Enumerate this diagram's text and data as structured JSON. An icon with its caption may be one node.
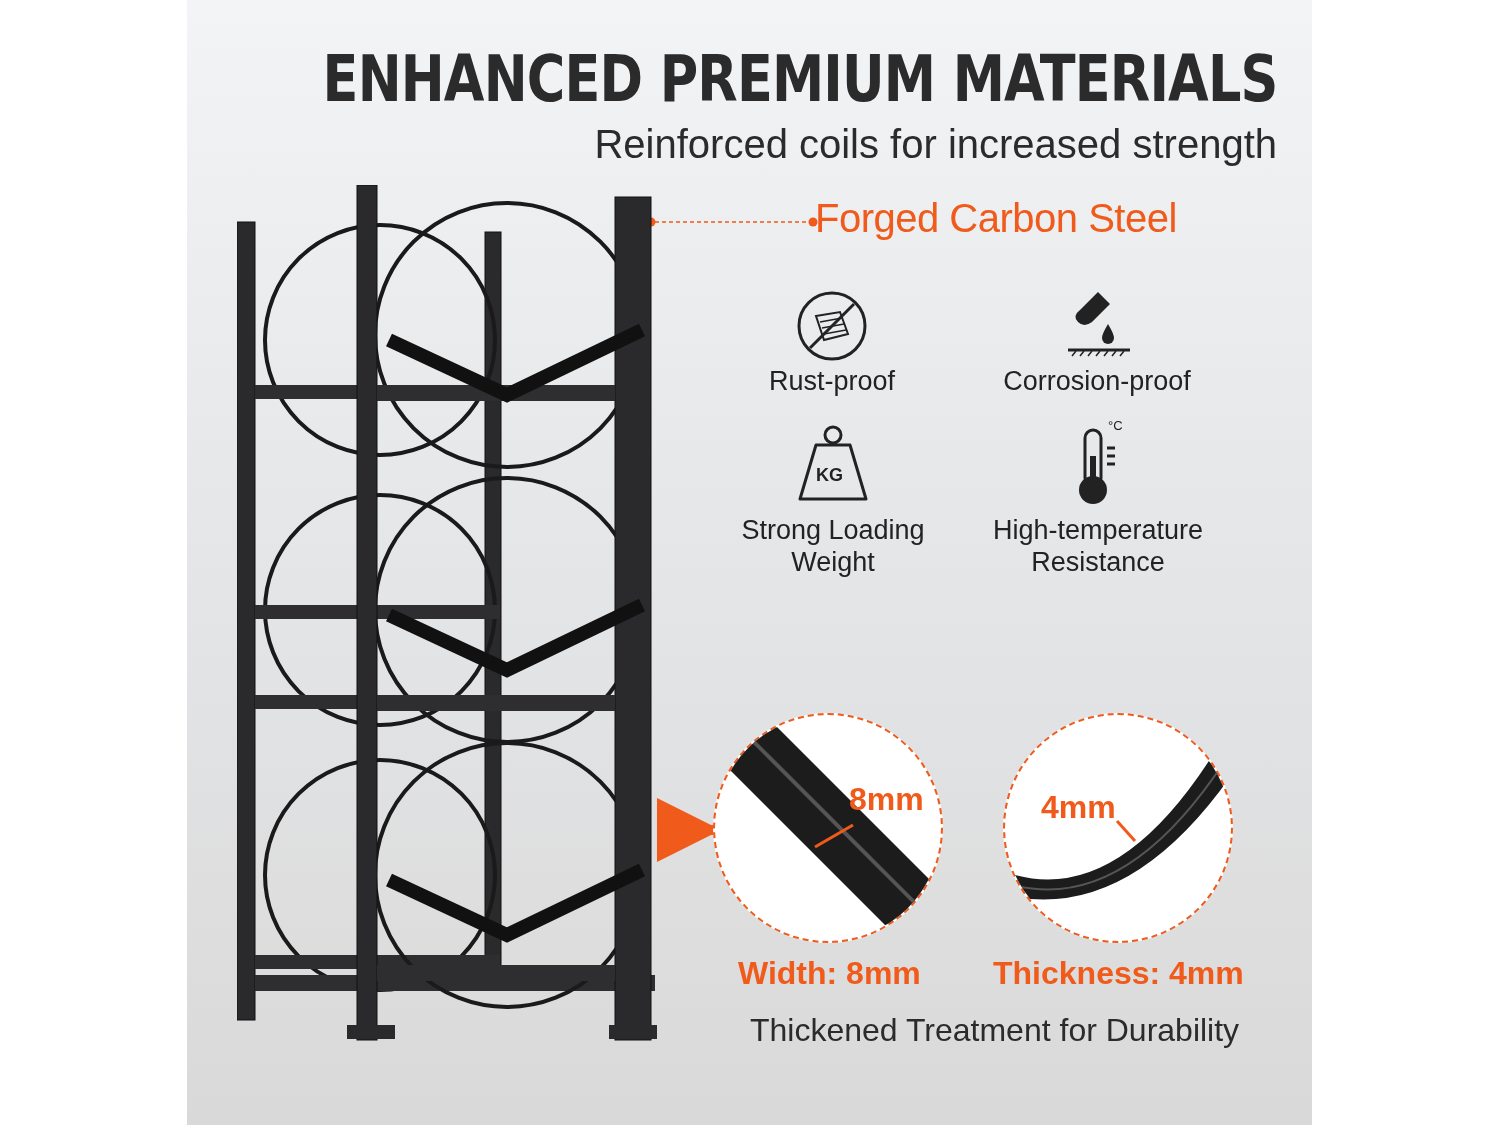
{
  "diagram": {
    "title": "ENHANCED PREMIUM MATERIALS",
    "nodes": [
      {
        "text": [],
        "shape": "picture"
      },
      {
        "text": [
          "Forged Carbon Steel"
        ]
      },
      {
        "text": [
          "8mm"
        ],
        "beside": [
          "Width: 8mm"
        ]
      },
      {
        "text": [
          "4mm"
        ],
        "beside": [
          "Thickness: 4mm"
        ]
      }
    ],
    "edges": [
      {
        "from": 1,
        "to": 0,
        "arrow": "other",
        "style": "dashed"
      },
      {
        "from": 0,
        "to": 2,
        "arrow": "to",
        "style": "thick"
      }
    ],
    "labels": [
      "Reinforced coils for increased strength",
      "Rust-proof",
      "Corrosion-proof",
      "°C",
      "KG",
      "Strong Loading Weight",
      "High-temperature Resistance",
      "Thickened Treatment for Durability"
    ]
  }
}
